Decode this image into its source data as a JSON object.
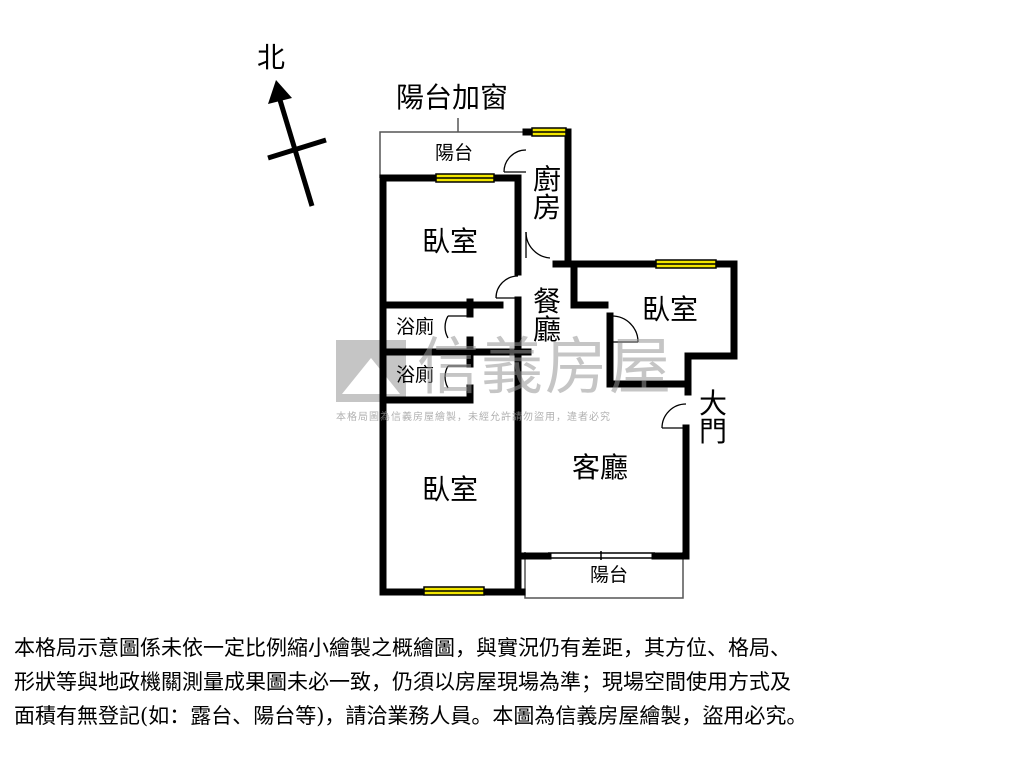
{
  "compass": {
    "north_label": "北"
  },
  "labels": {
    "balcony_window": "陽台加窗",
    "balcony_top": "陽台",
    "kitchen": "廚房",
    "bedroom_top": "臥室",
    "dining": "餐廳",
    "bedroom_right": "臥室",
    "bath_1": "浴廁",
    "bath_2": "浴廁",
    "main_door": "大門",
    "living_room": "客廳",
    "bedroom_bottom": "臥室",
    "balcony_bottom": "陽台"
  },
  "watermark": {
    "brand": "信義房屋",
    "notice": "本格局圖為信義房屋繪製，未經允許請勿盜用，違者必究"
  },
  "disclaimer": {
    "line1": "本格局示意圖係未依一定比例縮小繪製之概繪圖，與實況仍有差距，其方位、格局、",
    "line2": "形狀等與地政機關測量成果圖未必一致，仍須以房屋現場為準；現場空間使用方式及",
    "line3": "面積有無登記(如：露台、陽台等)，請洽業務人員。本圖為信義房屋繪製，盜用必究。"
  },
  "colors": {
    "wall": "#000000",
    "window_fill": "#f2e600",
    "watermark": "#9a9a9a",
    "thin_line": "#555555"
  }
}
